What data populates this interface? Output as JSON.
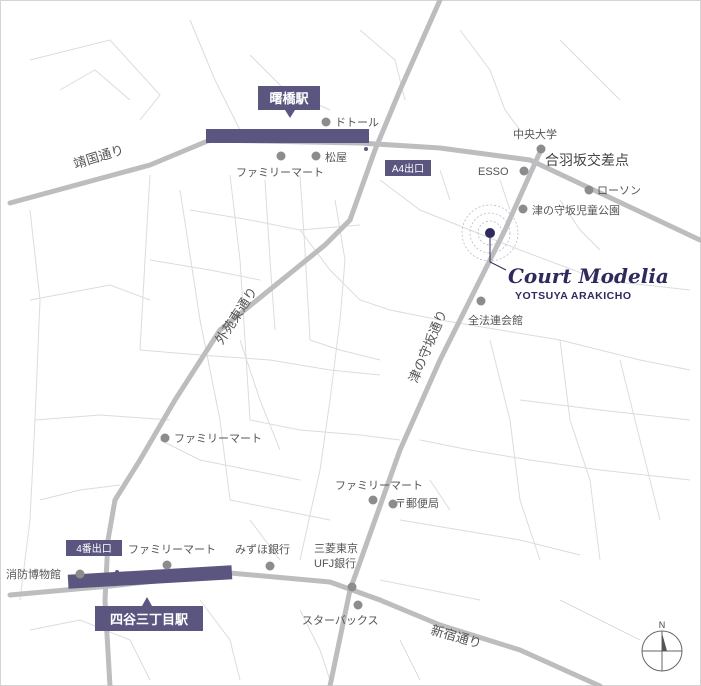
{
  "map": {
    "stations": {
      "akebonobashi": "曙橋駅",
      "yotsuya_sanchome": "四谷三丁目駅"
    },
    "exits": {
      "a4": "A4出口",
      "exit4": "4番出口"
    },
    "roads": {
      "yasukuni": "靖国通り",
      "gaien_higashi": "外苑東通り",
      "tsunokami": "津の守坂通り",
      "shinjuku": "新宿通り"
    },
    "intersection": "合羽坂交差点",
    "destination": {
      "name": "Court Modelia",
      "sub": "YOTSUYA ARAKICHO"
    },
    "pois": {
      "doutor": "ドトール",
      "matsuya": "松屋",
      "familymart_1": "ファミリーマート",
      "chuo_univ": "中央大学",
      "esso": "ESSO",
      "lawson": "ローソン",
      "park": "津の守坂児童公園",
      "zenporen": "全法連会館",
      "familymart_2": "ファミリーマート",
      "familymart_3": "ファミリーマート",
      "post": "〒郵便局",
      "familymart_4": "ファミリーマート",
      "mizuho": "みずほ銀行",
      "ufj_1": "三菱東京",
      "ufj_2": "UFJ銀行",
      "starbucks": "スターバックス",
      "fire_museum": "消防博物館"
    },
    "compass": "N",
    "colors": {
      "station": "#5a5680",
      "brand": "#2e2a5e",
      "main_road": "#bdbdc0",
      "minor_road": "#dadada",
      "poi_dot": "#8c8c8c"
    }
  }
}
